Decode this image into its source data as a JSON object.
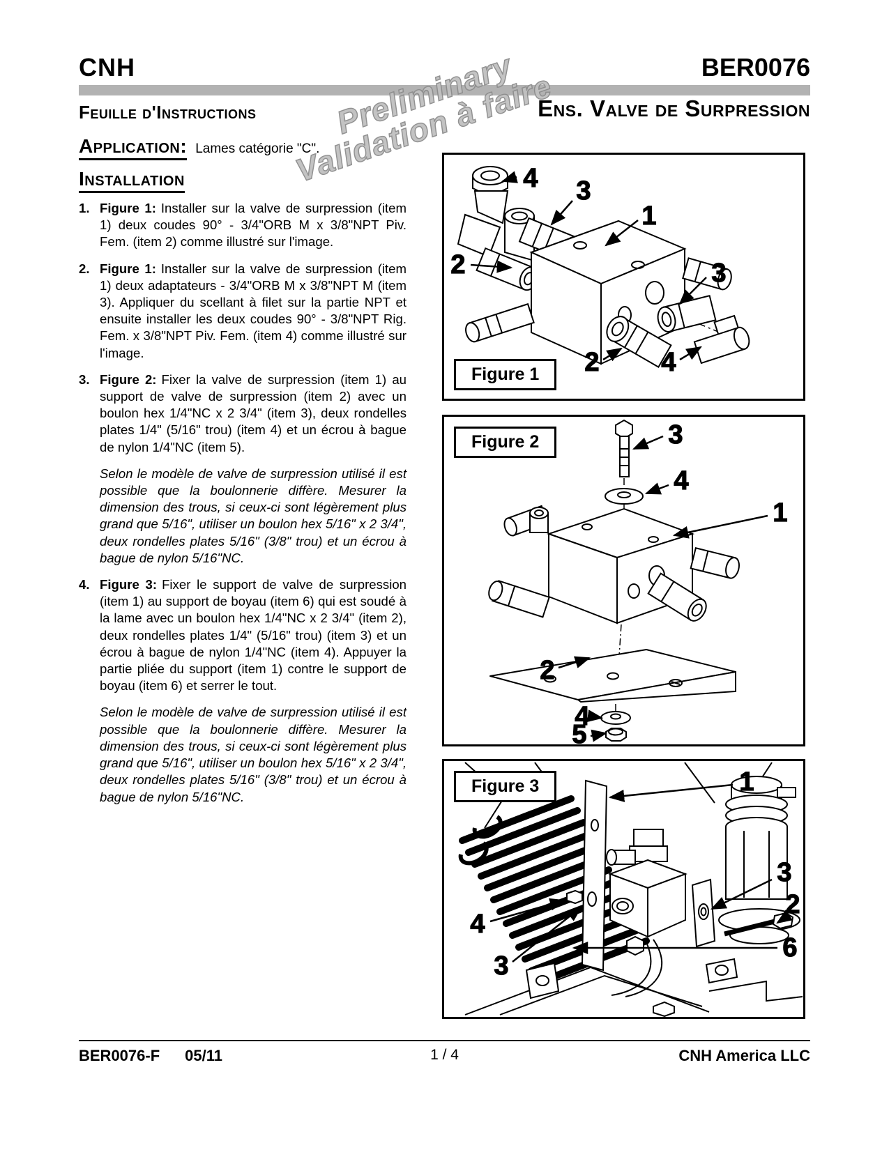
{
  "header": {
    "brand": "CNH",
    "doc_number": "BER0076",
    "left_title": "Feuille d'Instructions",
    "right_title": "Ens. Valve de Surpression"
  },
  "watermark": {
    "line1": "Preliminary",
    "line2": "Validation à faire"
  },
  "application": {
    "heading": "Application:",
    "text": "Lames catégorie \"C\"."
  },
  "installation_heading": "Installation",
  "steps": [
    {
      "number": "1.",
      "figure_ref": "Figure 1:",
      "text": "Installer sur la valve de surpression (item 1) deux coudes 90° - 3/4\"ORB M x 3/8\"NPT Piv. Fem. (item 2) comme illustré sur l'image."
    },
    {
      "number": "2.",
      "figure_ref": "Figure 1:",
      "text": "Installer sur la valve de surpression (item 1) deux adaptateurs - 3/4\"ORB M x 3/8\"NPT M (item 3). Appliquer du scellant à filet sur la partie NPT et ensuite installer les deux coudes 90° - 3/8\"NPT Rig. Fem. x 3/8\"NPT Piv. Fem. (item 4) comme illustré sur l'image."
    },
    {
      "number": "3.",
      "figure_ref": "Figure 2:",
      "text": "Fixer la valve de surpression (item 1) au support de valve de surpression (item 2) avec un boulon hex  1/4\"NC x 2 3/4\" (item 3), deux rondelles plates 1/4\" (5/16\" trou) (item 4) et un écrou à bague de nylon 1/4\"NC (item 5).",
      "note": "Selon le modèle de valve de surpression utilisé il est possible que la boulonnerie diffère. Mesurer la dimension des trous, si ceux-ci sont légèrement plus grand que 5/16\", utiliser un boulon hex 5/16\" x 2 3/4\", deux rondelles plates 5/16\" (3/8\" trou) et un écrou à bague de nylon 5/16\"NC."
    },
    {
      "number": "4.",
      "figure_ref": "Figure 3:",
      "text": "Fixer le support de valve de surpression (item 1) au support de boyau (item 6) qui est soudé à la lame avec un boulon hex  1/4\"NC x 2 3/4\" (item 2), deux rondelles plates 1/4\" (5/16\" trou) (item 3) et un écrou à bague de nylon  1/4\"NC (item 4). Appuyer la partie pliée du support (item 1) contre le support de boyau (item 6) et serrer le tout.",
      "note": "Selon le modèle de valve de surpression utilisé il est possible que la boulonnerie diffère. Mesurer la dimension des trous, si ceux-ci sont légèrement plus grand que 5/16\", utiliser un boulon hex 5/16\" x 2 3/4\", deux rondelles plates 5/16\" (3/8\" trou) et un écrou à bague de nylon 5/16\"NC."
    }
  ],
  "figures": [
    {
      "caption": "Figure 1",
      "callouts": [
        "4",
        "3",
        "1",
        "2",
        "3",
        "2",
        "4"
      ]
    },
    {
      "caption": "Figure 2",
      "callouts": [
        "3",
        "4",
        "1",
        "2",
        "4",
        "5"
      ]
    },
    {
      "caption": "Figure 3",
      "callouts": [
        "1",
        "3",
        "2",
        "4",
        "3",
        "6"
      ]
    }
  ],
  "footer": {
    "doc_code": "BER0076-F",
    "date": "05/11",
    "page": "1 / 4",
    "company": "CNH America LLC"
  },
  "colors": {
    "rule_gray": "#b2b2b2",
    "watermark_gray": "#c0c0c0",
    "ink": "#000000"
  }
}
